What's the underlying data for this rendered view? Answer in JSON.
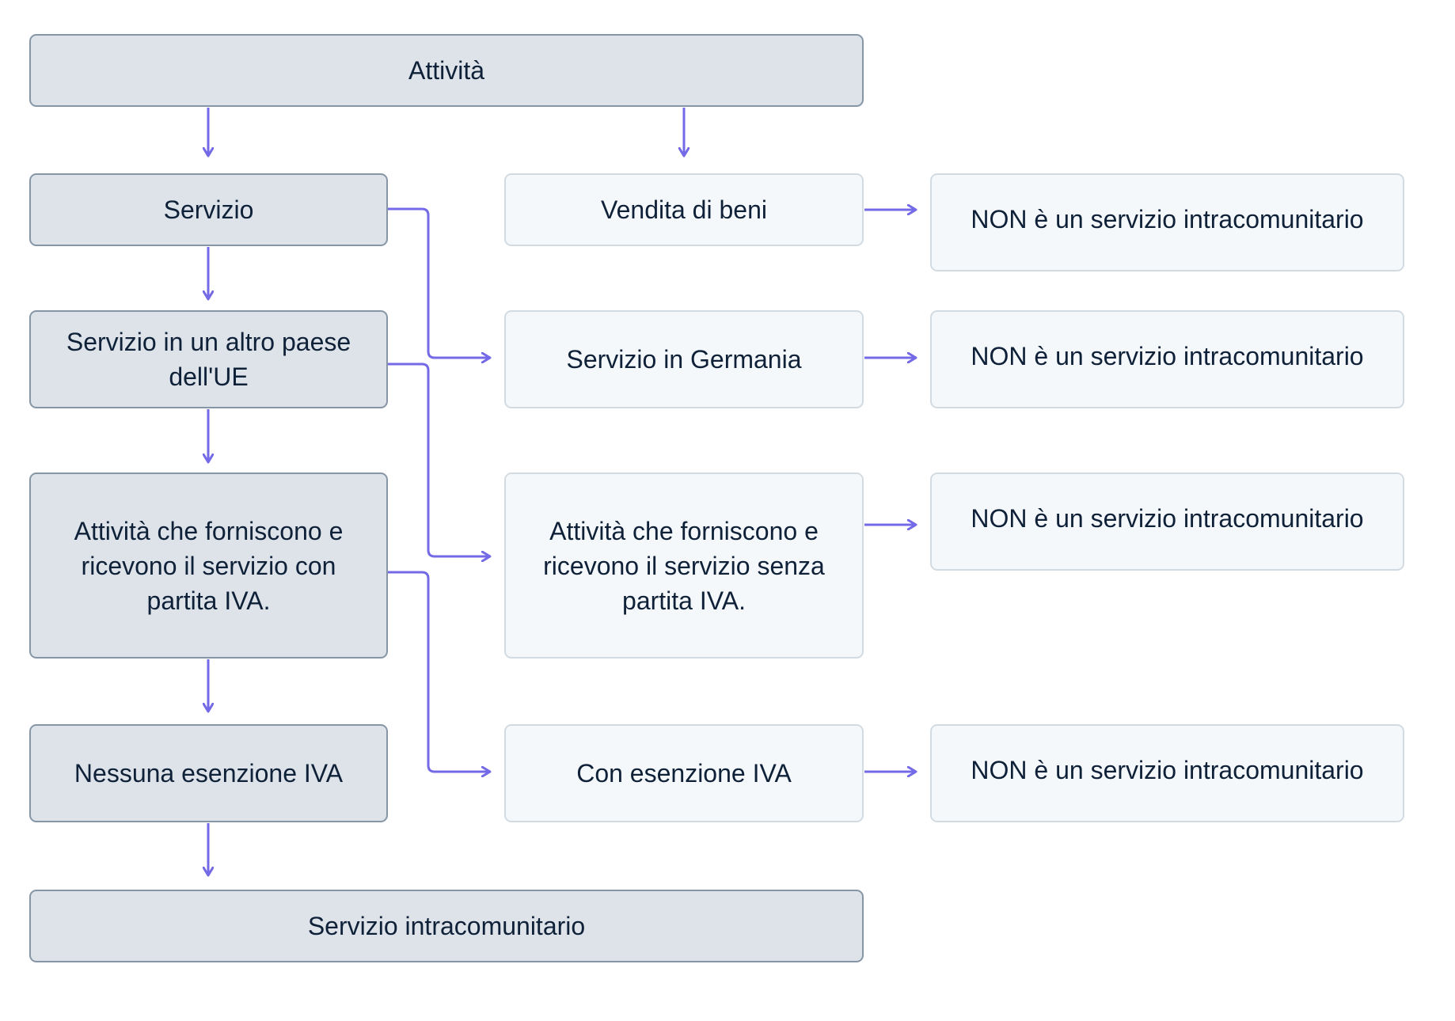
{
  "diagram": {
    "accent_color": "#7469e6",
    "nodes": {
      "attivita": "Attività",
      "servizio": "Servizio",
      "servizio_altro_paese": "Servizio in un altro paese dell'UE",
      "attivita_con_partita_iva": "Attività che forniscono e ricevono il servizio con partita IVA.",
      "nessuna_esenzione_iva": "Nessuna esenzione IVA",
      "servizio_intracomunitario": "Servizio intracomunitario",
      "vendita_di_beni": "Vendita di beni",
      "servizio_in_germania": "Servizio in Germania",
      "attivita_senza_partita_iva": "Attività che forniscono e ricevono il servizio senza partita IVA.",
      "con_esenzione_iva": "Con esenzione IVA"
    },
    "outcomes": {
      "non_intracomunitario_1": "NON è un servizio intracomunitario",
      "non_intracomunitario_2": "NON è un servizio intracomunitario",
      "non_intracomunitario_3": "NON è un servizio intracomunitario",
      "non_intracomunitario_4": "NON è un servizio intracomunitario"
    }
  }
}
